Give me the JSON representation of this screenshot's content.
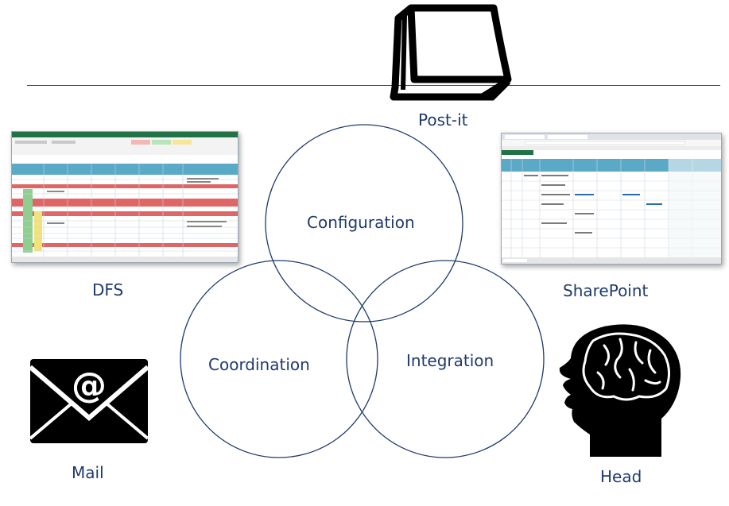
{
  "labels": {
    "postit": "Post-it",
    "dfs": "DFS",
    "sharepoint": "SharePoint",
    "mail": "Mail",
    "head": "Head"
  },
  "circles": {
    "configuration": "Configuration",
    "coordination": "Coordination",
    "integration": "Integration"
  },
  "colors": {
    "text": "#1f3a6e",
    "circle_stroke": "#1f3a6e",
    "icon": "#000000",
    "excel_green": "#217346",
    "header_teal": "#5aa9c6",
    "row_red": "#e06666",
    "row_green": "#8fce8f",
    "row_yellow": "#f2e27a"
  },
  "icons": {
    "postit": "sticky-note-icon",
    "mail": "envelope-at-icon",
    "head": "head-brain-icon"
  }
}
